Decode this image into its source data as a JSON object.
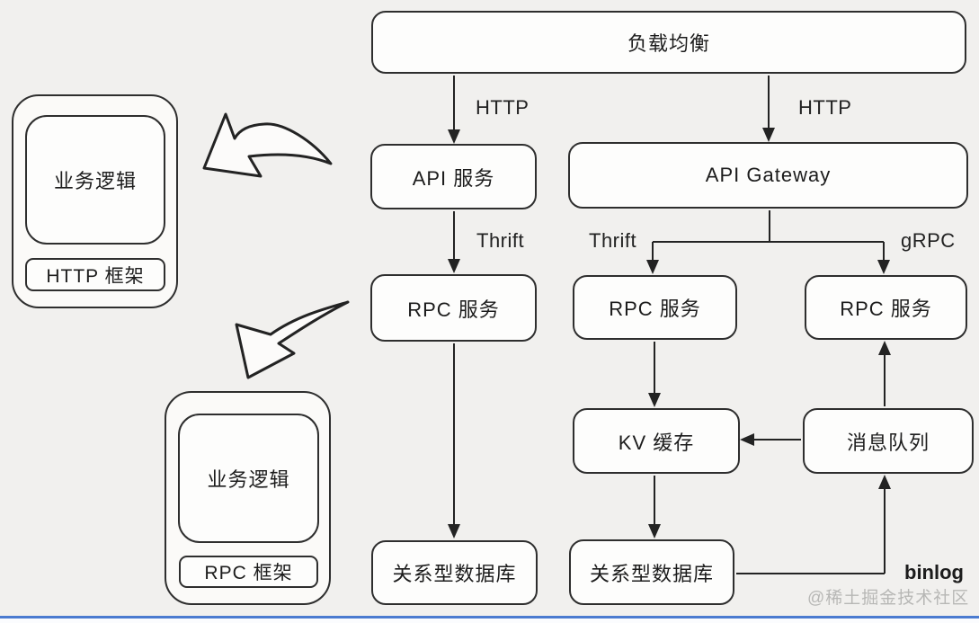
{
  "nodes": {
    "load_balancer": {
      "label": "负载均衡"
    },
    "api_service": {
      "label": "API 服务"
    },
    "api_gateway": {
      "label": "API Gateway"
    },
    "rpc_service_left": {
      "label": "RPC 服务"
    },
    "rpc_service_mid": {
      "label": "RPC 服务"
    },
    "rpc_service_right": {
      "label": "RPC 服务"
    },
    "kv_cache": {
      "label": "KV 缓存"
    },
    "message_queue": {
      "label": "消息队列"
    },
    "rel_db_left": {
      "label": "关系型数据库"
    },
    "rel_db_mid": {
      "label": "关系型数据库"
    },
    "biz_logic_top": {
      "label": "业务逻辑"
    },
    "http_framework": {
      "label": "HTTP 框架"
    },
    "biz_logic_bottom": {
      "label": "业务逻辑"
    },
    "rpc_framework": {
      "label": "RPC 框架"
    }
  },
  "edges": [
    {
      "from": "负载均衡",
      "to": "API 服务",
      "label": "HTTP"
    },
    {
      "from": "负载均衡",
      "to": "API Gateway",
      "label": "HTTP"
    },
    {
      "from": "API 服务",
      "to": "RPC 服务",
      "label": "Thrift"
    },
    {
      "from": "API Gateway",
      "to": "RPC 服务",
      "label": "Thrift"
    },
    {
      "from": "API Gateway",
      "to": "RPC 服务",
      "label": "gRPC"
    },
    {
      "from": "RPC 服务",
      "to": "关系型数据库",
      "label": ""
    },
    {
      "from": "RPC 服务",
      "to": "KV 缓存",
      "label": ""
    },
    {
      "from": "KV 缓存",
      "to": "关系型数据库",
      "label": ""
    },
    {
      "from": "消息队列",
      "to": "KV 缓存",
      "label": ""
    },
    {
      "from": "消息队列",
      "to": "RPC 服务",
      "label": ""
    },
    {
      "from": "关系型数据库",
      "to": "消息队列",
      "label": "binlog"
    }
  ],
  "watermark": {
    "text": "@稀土掘金技术社区"
  },
  "colors": {
    "background": "#f1f0ee",
    "box_fill": "#fdfdfc",
    "box_border": "#2e2e2e",
    "line": "#232323",
    "divider_blue": "#4b7bd0",
    "watermark_gray": "#b7b7b5"
  }
}
